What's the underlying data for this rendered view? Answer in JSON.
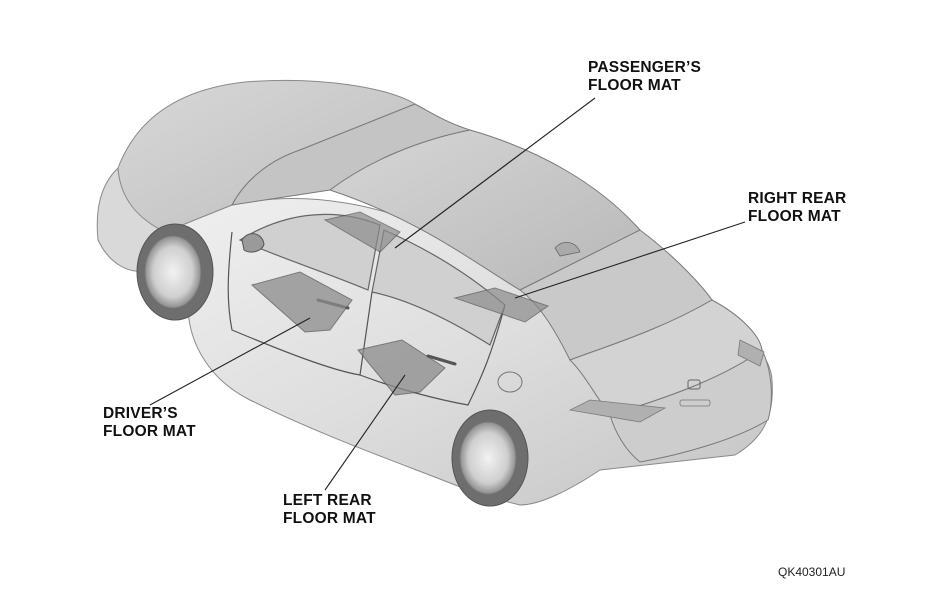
{
  "figure": {
    "code": "QK40301AU"
  },
  "labels": {
    "passenger": [
      "PASSENGER’S",
      "FLOOR MAT"
    ],
    "right_rear": [
      "RIGHT REAR",
      "FLOOR MAT"
    ],
    "driver": [
      "DRIVER’S",
      "FLOOR MAT"
    ],
    "left_rear": [
      "LEFT REAR",
      "FLOOR MAT"
    ]
  },
  "colors": {
    "body_light": "#e6e6e6",
    "body_mid": "#cfcfcf",
    "body_dark": "#9a9a9a",
    "outline": "#6a6a6a",
    "mat": "#8c8c8c",
    "leader": "#222222"
  }
}
